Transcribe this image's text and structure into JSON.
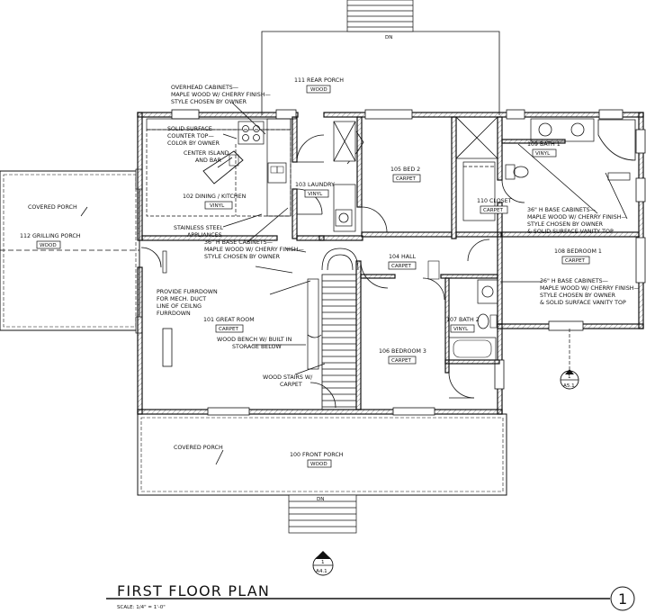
{
  "sheet": {
    "title": "FIRST FLOOR PLAN",
    "scale": "SCALE:  1/4\" = 1'-0\"",
    "drawing_number": "1"
  },
  "section_markers": [
    {
      "num": "1",
      "sheet": "A5.1"
    },
    {
      "num": "1",
      "sheet": "A4.1"
    }
  ],
  "stair_labels": {
    "top": "DN",
    "bottom": "DN"
  },
  "rooms": {
    "rear_porch": {
      "name": "111 REAR PORCH",
      "finish": "WOOD"
    },
    "dining_kitchen": {
      "name": "102 DINING / KITCHEN",
      "finish": "VINYL"
    },
    "laundry": {
      "name": "103 LAUNDRY",
      "finish": "VINYL"
    },
    "bed2": {
      "name": "105 BED 2",
      "finish": "CARPET"
    },
    "bath1": {
      "name": "109 BATH 1",
      "finish": "VINYL"
    },
    "closet": {
      "name": "110 CLOSET",
      "finish": "CARPET"
    },
    "bedroom1": {
      "name": "108 BEDROOM 1",
      "finish": "CARPET"
    },
    "hall": {
      "name": "104 HALL",
      "finish": "CARPET"
    },
    "bath2": {
      "name": "107 BATH 2",
      "finish": "VINYL"
    },
    "great_room": {
      "name": "101 GREAT ROOM",
      "finish": "CARPET"
    },
    "bedroom3": {
      "name": "106 BEDROOM 3",
      "finish": "CARPET"
    },
    "grilling_porch": {
      "name": "112 GRILLING PORCH",
      "finish": "WOOD"
    },
    "front_porch": {
      "name": "100 FRONT PORCH",
      "finish": "WOOD"
    }
  },
  "notes": {
    "covered_porch_left": "COVERED PORCH",
    "covered_porch_front": "COVERED PORCH",
    "overhead_cabinets": [
      "OVERHEAD CABINETS—",
      "MAPLE WOOD W/ CHERRY FINISH—",
      "STYLE CHOSEN BY OWNER"
    ],
    "solid_surface": [
      "SOLID SURFACE",
      "COUNTER TOP—",
      "COLOR BY OWNER"
    ],
    "center_island": [
      "CENTER ISLAND",
      "AND BAR"
    ],
    "stainless": [
      "STAINLESS STEEL",
      "APPLIANCES"
    ],
    "base_cab_kitchen": [
      "36\" H BASE CABINETS—",
      "MAPLE WOOD W/ CHERRY FINISH—",
      "STYLE CHOSEN BY OWNER"
    ],
    "furrdown": [
      "PROVIDE FURRDOWN",
      "FOR MECH. DUCT",
      "LINE OF CEILNG",
      "FURRDOWN"
    ],
    "wood_bench": [
      "WOOD BENCH W/ BUILT IN",
      "STORAGE BELOW"
    ],
    "wood_stairs": [
      "WOOD STAIRS W/",
      "CARPET"
    ],
    "base_cab_bath1": [
      "36\" H BASE CABINETS—",
      "MAPLE WOOD W/ CHERRY FINISH—",
      "STYLE CHOSEN BY OWNER",
      "& SOLID SURFACE VANITY TOP"
    ],
    "base_cab_bath2": [
      "36\" H BASE CABINETS—",
      "MAPLE WOOD W/ CHERRY FINISH—",
      "STYLE CHOSEN BY OWNER",
      "& SOLID SURFACE VANITY TOP"
    ]
  }
}
